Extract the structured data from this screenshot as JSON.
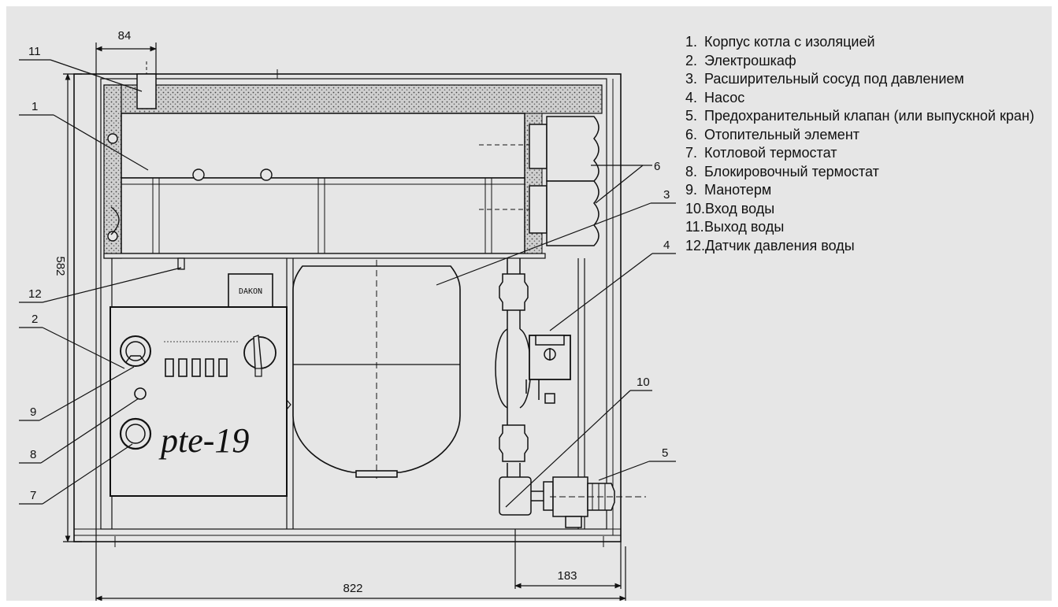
{
  "dimensions": {
    "top": "84",
    "left": "582",
    "right_bottom": "183",
    "bottom": "822"
  },
  "callouts": [
    "1",
    "2",
    "3",
    "4",
    "5",
    "6",
    "7",
    "8",
    "9",
    "10",
    "11",
    "12"
  ],
  "panel_labels": {
    "brand": "DAKON",
    "model": "pte-19"
  },
  "legend": [
    {
      "num": "1.",
      "text": "Корпус котла с изоляцией"
    },
    {
      "num": "2.",
      "text": "Электрошкаф"
    },
    {
      "num": "3.",
      "text": "Расширительный сосуд под давлением"
    },
    {
      "num": "4.",
      "text": "Насос"
    },
    {
      "num": "5.",
      "text": "Предохранительный клапан (или выпускной кран)"
    },
    {
      "num": "6.",
      "text": "Отопительный элемент"
    },
    {
      "num": "7.",
      "text": "Котловой термостат"
    },
    {
      "num": "8.",
      "text": "Блокировочный термостат"
    },
    {
      "num": "9.",
      "text": "Манотерм"
    },
    {
      "num": "10.",
      "text": "Вход воды"
    },
    {
      "num": "11.",
      "text": "Выход воды"
    },
    {
      "num": "12.",
      "text": "Датчик давления воды"
    }
  ]
}
